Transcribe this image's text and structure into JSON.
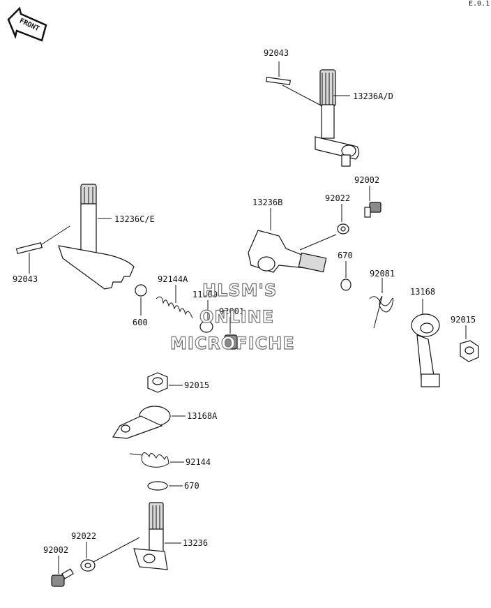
{
  "corner_text": "E.0.1",
  "front_badge": "FRONT",
  "watermark": [
    "HLSM'S",
    "ONLINE",
    "MICROFICHE"
  ],
  "labels": {
    "p92043_top": "92043",
    "p13236AD": "13236A/D",
    "p13236CE": "13236C/E",
    "p92043_left": "92043",
    "p13236B": "13236B",
    "p92022_top": "92022",
    "p92002_top": "92002",
    "p670_right": "670",
    "p92081": "92081",
    "p13168": "13168",
    "p92015_right": "92015",
    "p92144A": "92144A",
    "p11009": "11009",
    "p92001": "92001",
    "p600": "600",
    "p92015_mid": "92015",
    "p13168A": "13168A",
    "p92144": "92144",
    "p670_bottom": "670",
    "p92022_bottom": "92022",
    "p13236": "13236",
    "p92002_bottom": "92002"
  }
}
